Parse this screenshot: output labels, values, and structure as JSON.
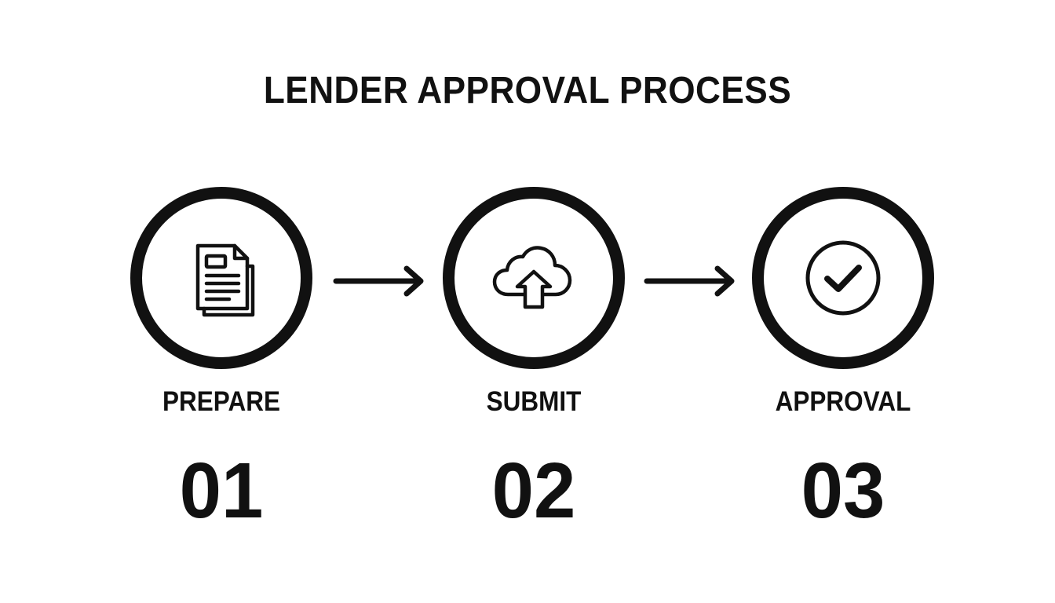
{
  "title": "LENDER APPROVAL PROCESS",
  "steps": [
    {
      "label": "PREPARE",
      "number": "01",
      "icon": "document-icon"
    },
    {
      "label": "SUBMIT",
      "number": "02",
      "icon": "cloud-upload-icon"
    },
    {
      "label": "APPROVAL",
      "number": "03",
      "icon": "check-circle-icon"
    }
  ],
  "connectors": [
    {
      "from": "PREPARE",
      "to": "SUBMIT",
      "icon": "arrow-right-icon"
    },
    {
      "from": "SUBMIT",
      "to": "APPROVAL",
      "icon": "arrow-right-icon"
    }
  ],
  "colors": {
    "foreground": "#111111",
    "background": "#ffffff"
  }
}
